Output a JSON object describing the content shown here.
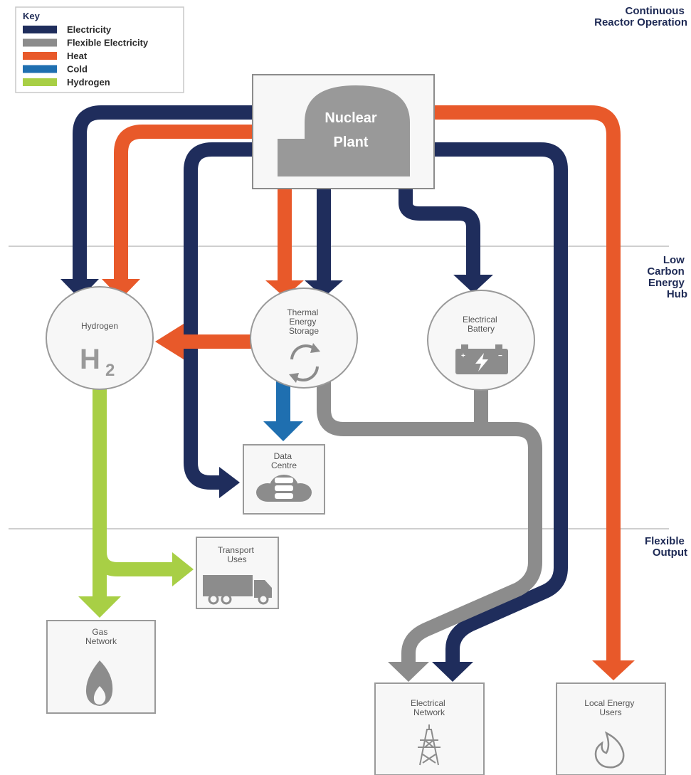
{
  "colors": {
    "electricity": "#1f2d5c",
    "flexible_electricity": "#8c8c8c",
    "heat": "#e8592a",
    "cold": "#1f6fb0",
    "hydrogen": "#a8cf45"
  },
  "key": {
    "title": "Key",
    "items": [
      {
        "label": "Electricity",
        "color": "#1f2d5c"
      },
      {
        "label": "Flexible Electricity",
        "color": "#8c8c8c"
      },
      {
        "label": "Heat",
        "color": "#e8592a"
      },
      {
        "label": "Cold",
        "color": "#1f6fb0"
      },
      {
        "label": "Hydrogen",
        "color": "#a8cf45"
      }
    ]
  },
  "zones": {
    "top": [
      "Continuous",
      "Reactor Operation"
    ],
    "middle": [
      "Low",
      "Carbon",
      "Energy",
      "Hub"
    ],
    "bottom": [
      "Flexible",
      "Output"
    ]
  },
  "nodes": {
    "plant": [
      "Nuclear",
      "Plant"
    ],
    "hydrogen": {
      "title": "Hydrogen",
      "symbol": "H",
      "subscript": "2"
    },
    "thermal": [
      "Thermal",
      "Energy",
      "Storage"
    ],
    "battery": [
      "Electrical",
      "Battery"
    ],
    "data_centre": [
      "Data",
      "Centre"
    ],
    "transport": [
      "Transport",
      "Uses"
    ],
    "gas": [
      "Gas",
      "Network"
    ],
    "electrical_network": [
      "Electrical",
      "Network"
    ],
    "local_users": [
      "Local Energy",
      "Users"
    ]
  }
}
